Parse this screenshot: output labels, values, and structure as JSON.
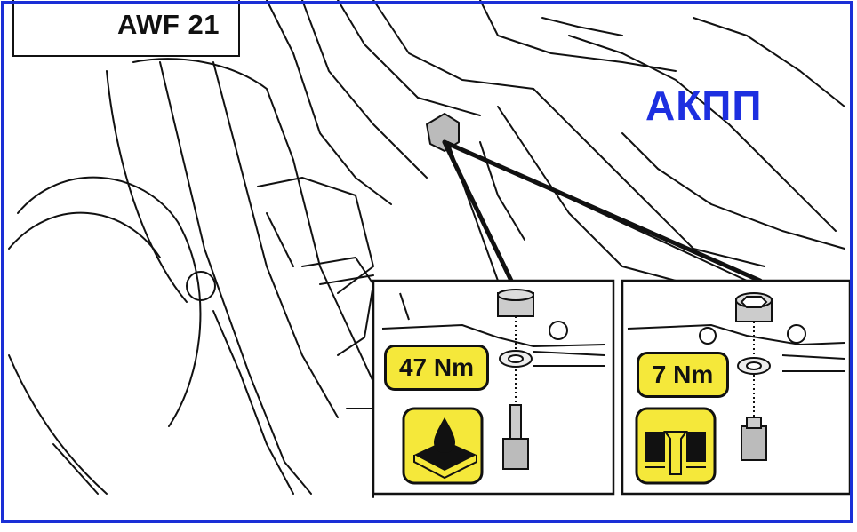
{
  "header": {
    "model": "AWF 21"
  },
  "title": "АКПП",
  "callouts": {
    "left": {
      "torque": "47 Nm",
      "symbol": "oil-drop-sealant-icon"
    },
    "right": {
      "torque": "7 Nm",
      "symbol": "sealing-washer-section-icon"
    }
  },
  "colors": {
    "frame": "#1a2fd6",
    "title": "#1d2fe0",
    "badge": "#f5e83a"
  }
}
